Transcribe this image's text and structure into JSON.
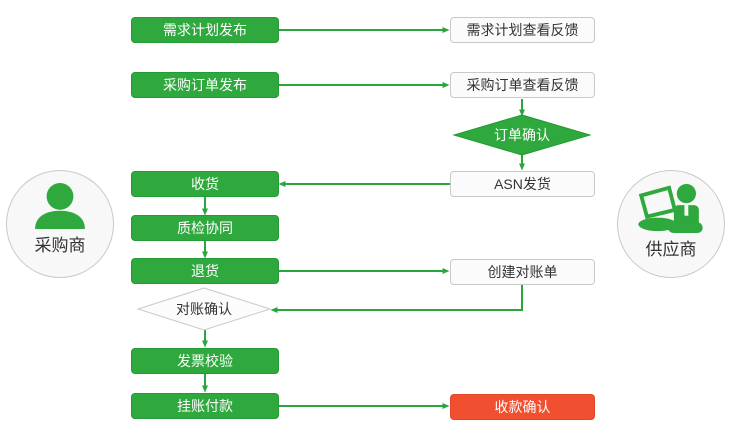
{
  "diagram": {
    "title_hint": "procurement-supplier-collaboration-flow",
    "actors": {
      "buyer": "采购商",
      "supplier": "供应商"
    },
    "icons": {
      "buyer": "person-silhouette-icon",
      "supplier": "person-with-laptop-icon"
    },
    "nodes": {
      "demand_plan_publish": "需求计划发布",
      "demand_plan_feedback": "需求计划查看反馈",
      "po_publish": "采购订单发布",
      "po_feedback": "采购订单查看反馈",
      "order_confirm": "订单确认",
      "receive_goods": "收货",
      "asn_ship": "ASN发货",
      "quality_check": "质检协同",
      "return_goods": "退货",
      "create_statement": "创建对账单",
      "statement_confirm": "对账确认",
      "invoice_verify": "发票校验",
      "payment": "挂账付款",
      "receipt_confirm": "收款确认"
    },
    "colors": {
      "step_green": "#2FA93E",
      "final_red": "#F04F30",
      "neutral_border": "#C9C9C9",
      "arrow_green": "#2AA63C"
    }
  }
}
